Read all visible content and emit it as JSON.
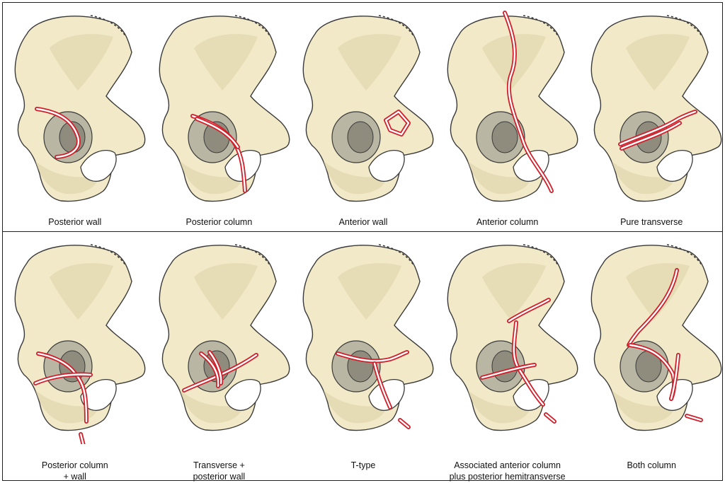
{
  "colors": {
    "bone": "#f1e9c7",
    "bone_shadow": "#ddd2a6",
    "bone_outline": "#3a3a3a",
    "acetabulum": "#b9b6a3",
    "acetabulum_inner": "#8f8c7d",
    "fracture": "#d1202c"
  },
  "row_top": [
    {
      "label": "Posterior wall"
    },
    {
      "label": "Posterior column"
    },
    {
      "label": "Anterior wall"
    },
    {
      "label": "Anterior column"
    },
    {
      "label": "Pure transverse"
    }
  ],
  "row_bottom": [
    {
      "label_line1": "Posterior column",
      "label_line2": "+ wall"
    },
    {
      "label_line1": "Transverse +",
      "label_line2": "posterior wall"
    },
    {
      "label_line1": "T-type",
      "label_line2": ""
    },
    {
      "label_line1": "Associated anterior column",
      "label_line2": "plus posterior hemitransverse"
    },
    {
      "label_line1": "Both column",
      "label_line2": ""
    }
  ]
}
